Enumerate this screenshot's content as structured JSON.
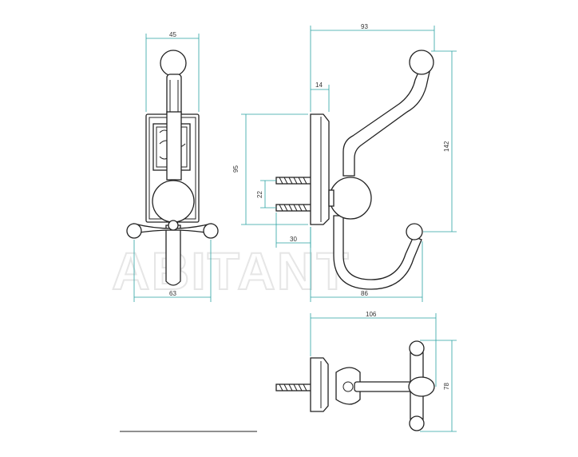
{
  "watermark": "ABITANT",
  "colors": {
    "dimension_line": "#2aa3a3",
    "outline": "#222222",
    "watermark": "#e6e6e6"
  },
  "front_view": {
    "top_width": "45",
    "bottom_width": "63"
  },
  "side_view": {
    "overall_width": "93",
    "plate_thickness": "14",
    "plate_height": "95",
    "overall_height": "142",
    "screw_spacing": "22",
    "screw_length": "30",
    "projection": "86"
  },
  "top_view": {
    "overall_length": "106",
    "arm_span": "78"
  }
}
